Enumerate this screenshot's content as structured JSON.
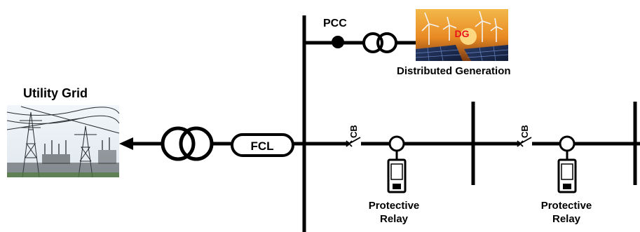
{
  "labels": {
    "utility_grid": "Utility Grid",
    "pcc": "PCC",
    "dg": "DG",
    "distributed_generation": "Distributed Generation",
    "fcl": "FCL",
    "cb_1": "CB",
    "cb_2": "CB",
    "relay_1_line1": "Protective",
    "relay_1_line2": "Relay",
    "relay_2_line1": "Protective",
    "relay_2_line2": "Relay"
  },
  "colors": {
    "line": "#000000",
    "dg_label": "#e8141b"
  },
  "icons": {
    "utility_grid_image": "transmission-tower-photo",
    "dg_image": "wind-turbines-solar-panels-photo"
  }
}
